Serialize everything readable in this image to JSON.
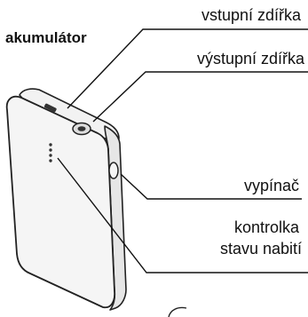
{
  "title": "akumulátor",
  "labels": {
    "input_port": "vstupní zdířka",
    "output_port": "výstupní zdířka",
    "power_button": "vypínač",
    "charge_indicator_line1": "kontrolka",
    "charge_indicator_line2": "stavu nabití"
  }
}
